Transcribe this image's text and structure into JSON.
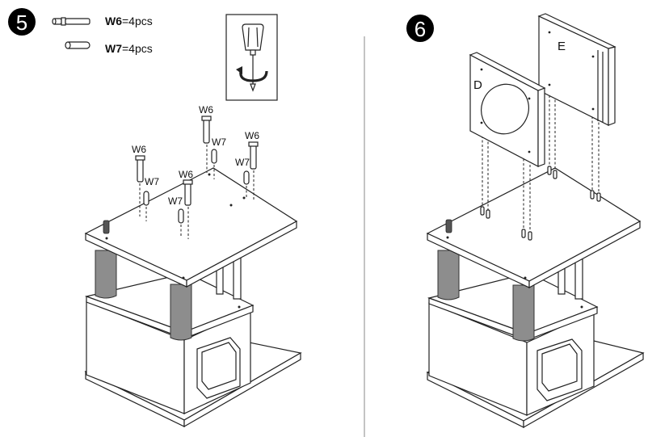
{
  "steps": [
    {
      "number": "5",
      "hardware": [
        {
          "code": "W6",
          "qty": "=4pcs"
        },
        {
          "code": "W7",
          "qty": "=4pcs"
        }
      ],
      "part_labels": [
        "W6",
        "W7",
        "W6",
        "W7",
        "W6",
        "W7",
        "W6",
        "W7"
      ],
      "tool_icon": "screwdriver-icon"
    },
    {
      "number": "6",
      "panels": [
        {
          "letter": "D"
        },
        {
          "letter": "E"
        }
      ]
    }
  ]
}
